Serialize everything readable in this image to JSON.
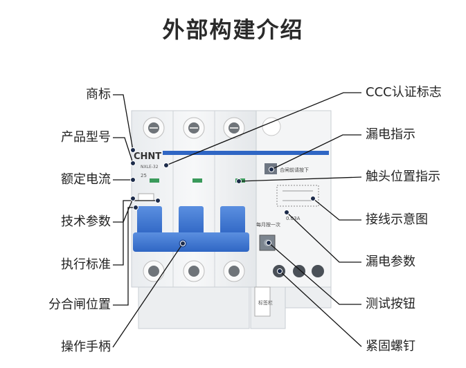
{
  "title": "外部构建介绍",
  "brand_logo": "CHNT",
  "left_labels": [
    "商标",
    "产品型号",
    "额定电流",
    "技术参数",
    "执行标准",
    "分合闸位置",
    "操作手柄"
  ],
  "right_labels": [
    "CCC认证标志",
    "漏电指示",
    "触头位置指示",
    "接线示意图",
    "漏电参数",
    "测试按钮",
    "紧固螺钉"
  ],
  "device": {
    "model_text": "NXLE-32",
    "current_text": "25",
    "rcd_note": "合闸前请按下",
    "test_note": "每月按一次",
    "leak_param": "0.03A",
    "label_panel_text": "标签栏"
  }
}
